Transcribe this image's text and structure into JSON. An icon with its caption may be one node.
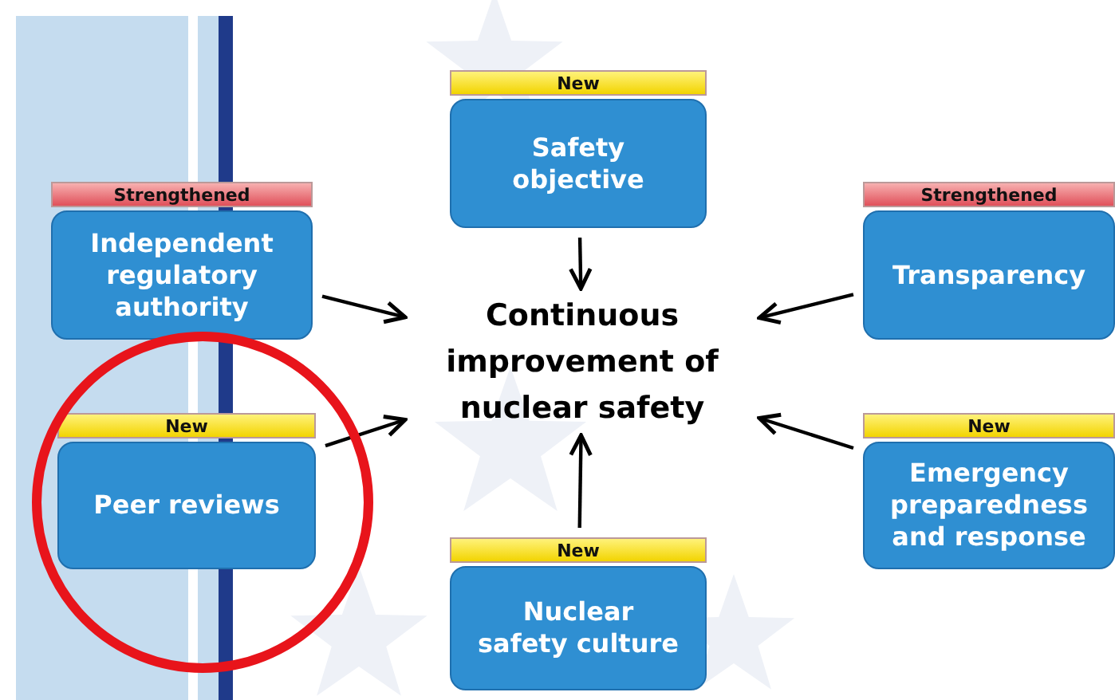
{
  "diagram": {
    "nodes": [
      {
        "text": [
          "New",
          "Safety objective"
        ]
      },
      {
        "text": [
          "Strengthened",
          "Independent regulatory authority"
        ]
      },
      {
        "text": [
          "Strengthened",
          "Transparency"
        ]
      },
      {
        "text": [
          "Continuous improvement of nuclear safety"
        ]
      },
      {
        "text": [
          "New",
          "Peer reviews"
        ]
      },
      {
        "text": [
          "New",
          "Emergency preparedness and response"
        ]
      },
      {
        "text": [
          "New",
          "Nuclear safety culture"
        ]
      }
    ],
    "edges": [
      {
        "from": 0,
        "to": 3,
        "arrow": "to"
      },
      {
        "from": 1,
        "to": 3,
        "arrow": "to"
      },
      {
        "from": 2,
        "to": 3,
        "arrow": "to"
      },
      {
        "from": 4,
        "to": 3,
        "arrow": "to"
      },
      {
        "from": 5,
        "to": 3,
        "arrow": "to"
      },
      {
        "from": 6,
        "to": 3,
        "arrow": "to"
      }
    ]
  }
}
